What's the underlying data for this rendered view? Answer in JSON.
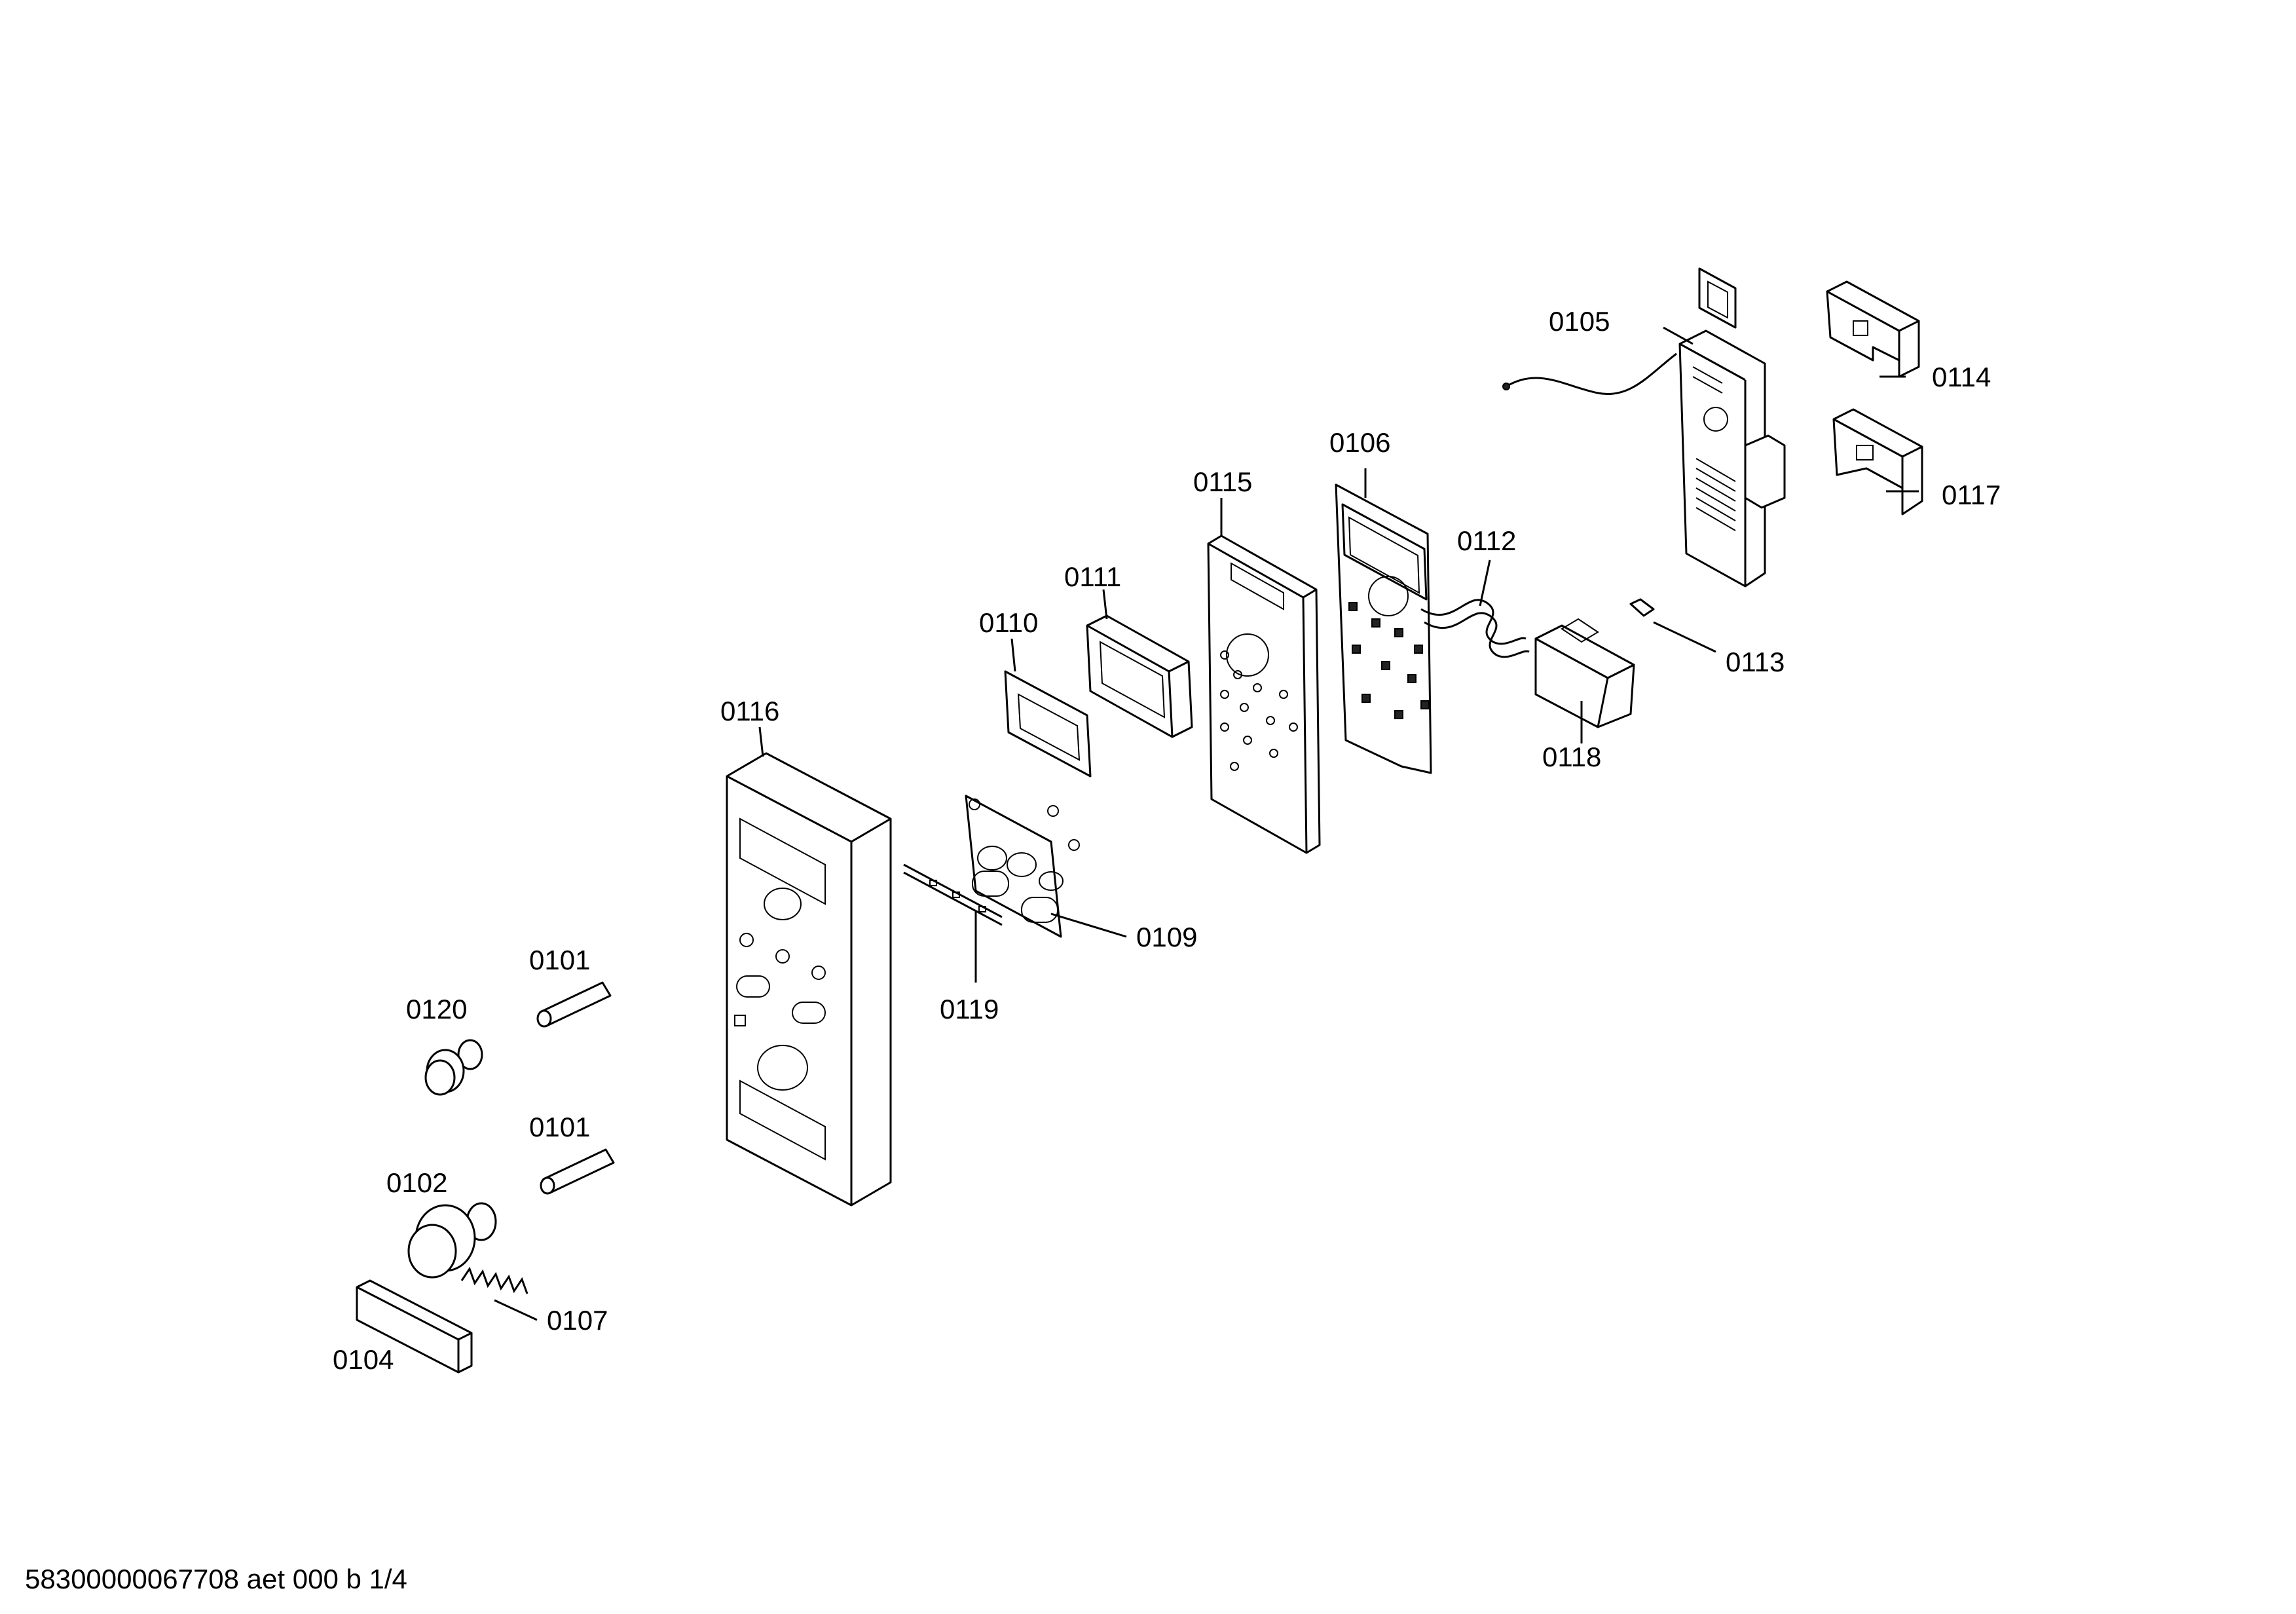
{
  "labels": {
    "p0101a": "0101",
    "p0101b": "0101",
    "p0102": "0102",
    "p0104": "0104",
    "p0105": "0105",
    "p0106": "0106",
    "p0107": "0107",
    "p0109": "0109",
    "p0110": "0110",
    "p0111": "0111",
    "p0112": "0112",
    "p0113": "0113",
    "p0114": "0114",
    "p0115": "0115",
    "p0116": "0116",
    "p0117": "0117",
    "p0118": "0118",
    "p0119": "0119",
    "p0120": "0120"
  },
  "footer": "58300000067708 aet 000 b 1/4"
}
